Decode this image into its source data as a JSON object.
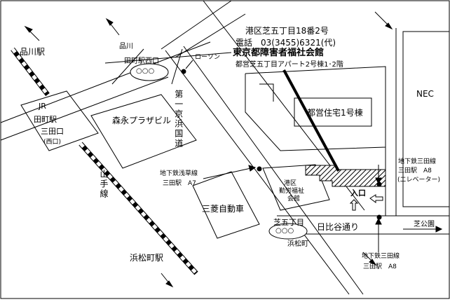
{
  "header": {
    "address": "港区芝五丁目18番2号",
    "phone": "電話　03(3455)6321(代)",
    "title": "東京都障害者福社会館",
    "subtitle": "都営芝五丁目アパート2号棟1･2階"
  },
  "stations": {
    "shinagawa": "品川駅",
    "hamamatsucho": "浜松町駅",
    "jr_label": "JR",
    "jr_tamachi": "田町駅",
    "jr_mita_exit": "三田口",
    "jr_west": "(西口)",
    "shinagawa_top": "品川",
    "tamachi_west_exit": "田町駅西口",
    "shiba5_label": "芝五丁目",
    "shiba5_sub": "浜松町",
    "circle_label": "○○○"
  },
  "lines": {
    "yamanote": "山手線",
    "daiichi_keihin": "第一京浜国道",
    "hibiya_dori": "日比谷通り"
  },
  "buildings": {
    "lawson": "ローソン",
    "morinaga": "森永プラザビル",
    "nec": "NEC",
    "toei_housing": "都営住宅1号棟",
    "mitsubishi": "三菱自動車",
    "local_hall_1": "港区",
    "local_hall_2": "勤労福祉",
    "local_hall_3": "会館",
    "entrance": "入口"
  },
  "subway": {
    "asakusa_line": "地下鉄浅草線",
    "asakusa_station": "三田駅　A7",
    "mita_line_right": "地下鉄三田線",
    "mita_a8_right": "三田駅　A8",
    "elevator": "(エレベーター)",
    "mita_line_bottom": "地下鉄三田線",
    "mita_a8_bottom": "三田駅　A8"
  },
  "destinations": {
    "shiba_park": "芝公園"
  },
  "colors": {
    "ink": "#000000",
    "paper": "#ffffff"
  }
}
